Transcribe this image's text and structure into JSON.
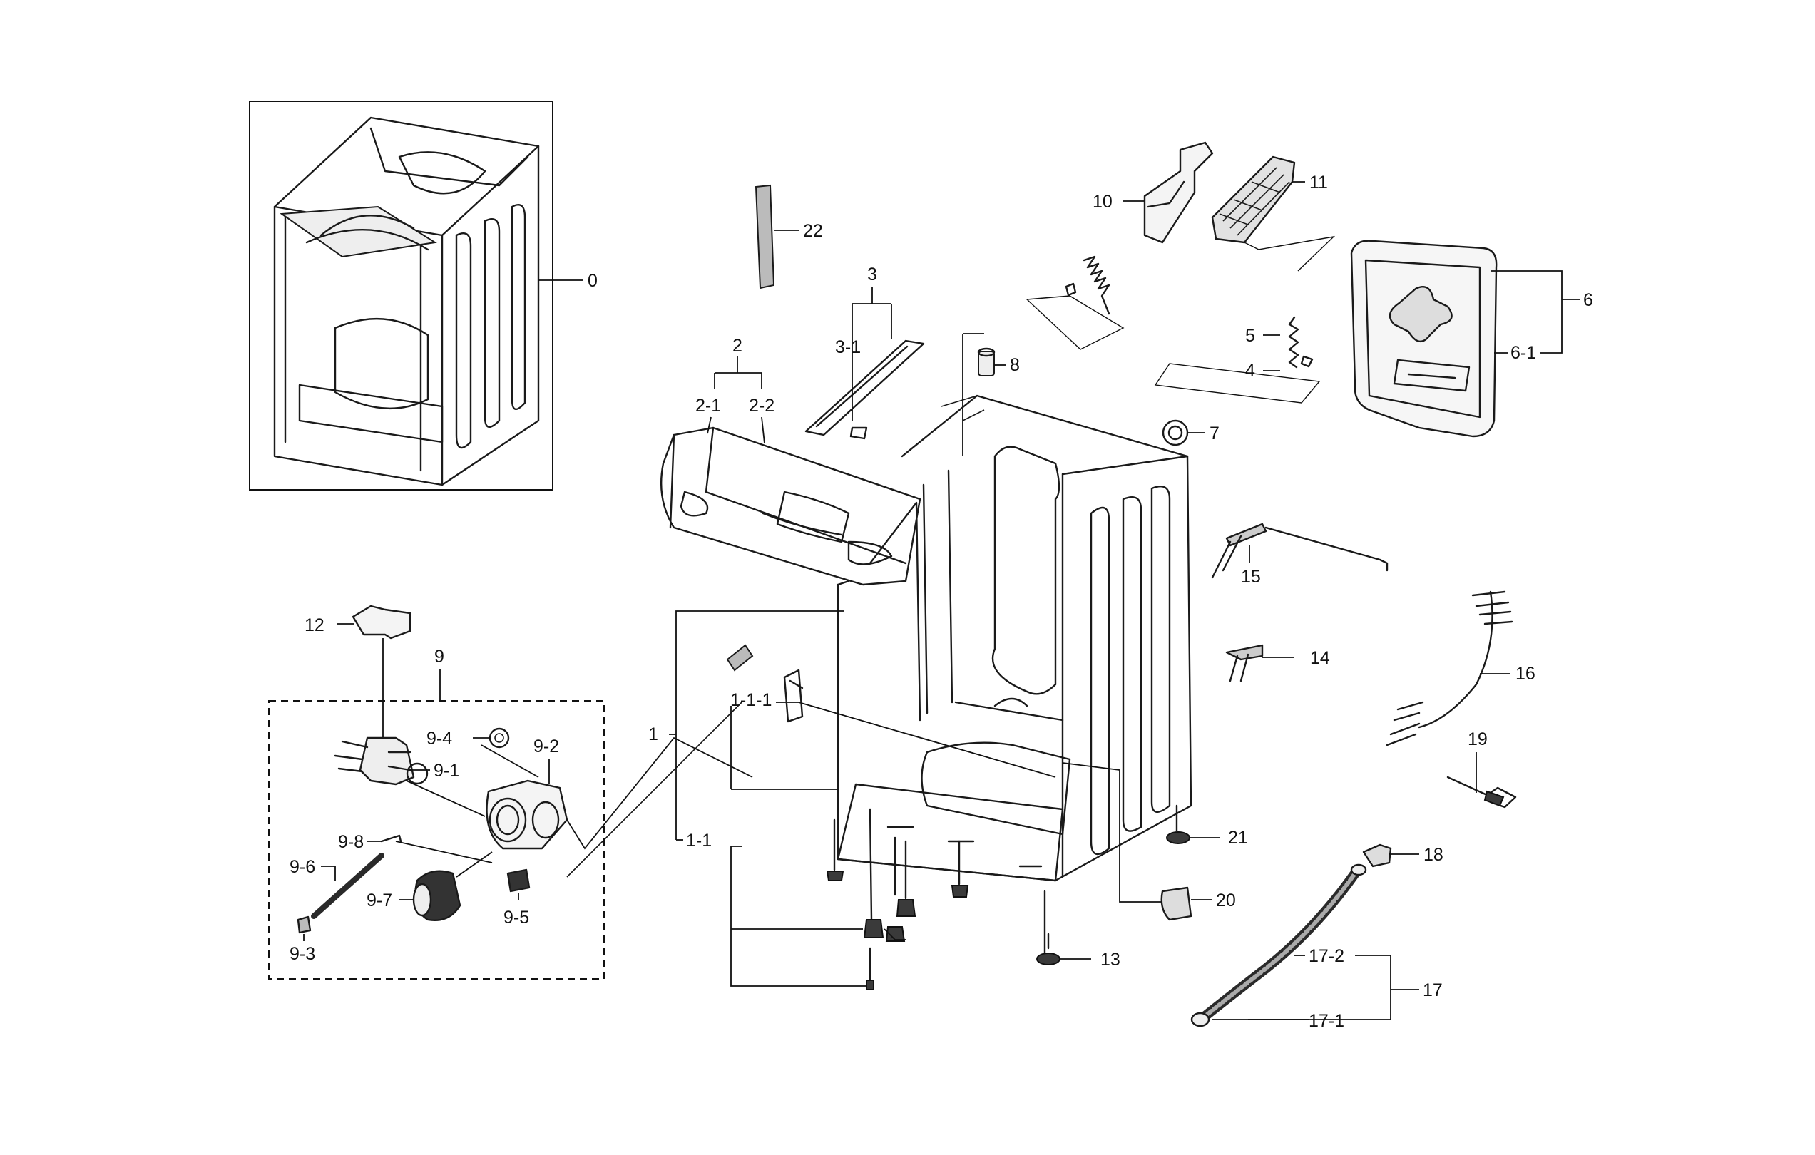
{
  "callouts": {
    "c0": "0",
    "c1": "1",
    "c1_1": "1-1",
    "c1_1_1": "1-1-1",
    "c2": "2",
    "c2_1": "2-1",
    "c2_2": "2-2",
    "c3": "3",
    "c3_1": "3-1",
    "c4": "4",
    "c5": "5",
    "c6": "6",
    "c6_1": "6-1",
    "c7": "7",
    "c8": "8",
    "c9": "9",
    "c9_1": "9-1",
    "c9_2": "9-2",
    "c9_3": "9-3",
    "c9_4": "9-4",
    "c9_5": "9-5",
    "c9_6": "9-6",
    "c9_7": "9-7",
    "c9_8": "9-8",
    "c10": "10",
    "c11": "11",
    "c12": "12",
    "c13": "13",
    "c14": "14",
    "c15": "15",
    "c16": "16",
    "c17": "17",
    "c17_1": "17-1",
    "c17_2": "17-2",
    "c18": "18",
    "c19": "19",
    "c20": "20",
    "c21": "21",
    "c22": "22"
  },
  "colors": {
    "ink": "#111111",
    "paper": "#ffffff",
    "part_fill": "#d8d8d8"
  }
}
